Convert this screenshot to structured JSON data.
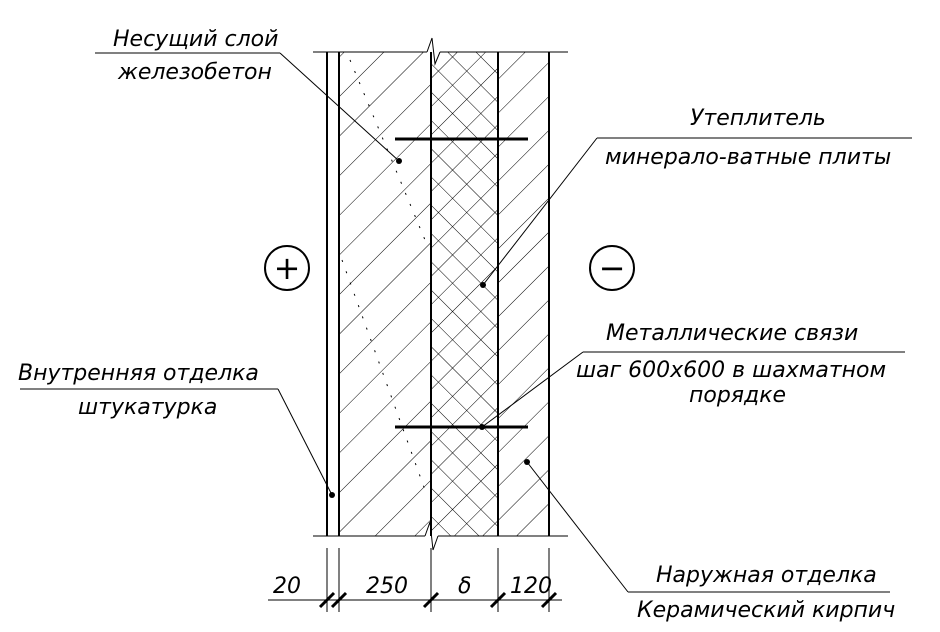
{
  "labels": {
    "load_bearing_line1": "Несущий слой",
    "load_bearing_line2": "железобетон",
    "insulation_line1": "Утеплитель",
    "insulation_line2": "минерало-ватные плиты",
    "ties_line1": "Металлические связи",
    "ties_line2": "шаг 600x600 в шахматном",
    "ties_line3": "порядке",
    "inner_finish_line1": "Внутренняя отделка",
    "inner_finish_line2": "штукатурка",
    "outer_finish_line1": "Наружная отделка",
    "outer_finish_line2": "Керамический кирпич"
  },
  "symbols": {
    "inside": "+",
    "outside": "−"
  },
  "dimensions": {
    "plaster": "20",
    "concrete": "250",
    "insulation": "δ",
    "brick": "120"
  }
}
